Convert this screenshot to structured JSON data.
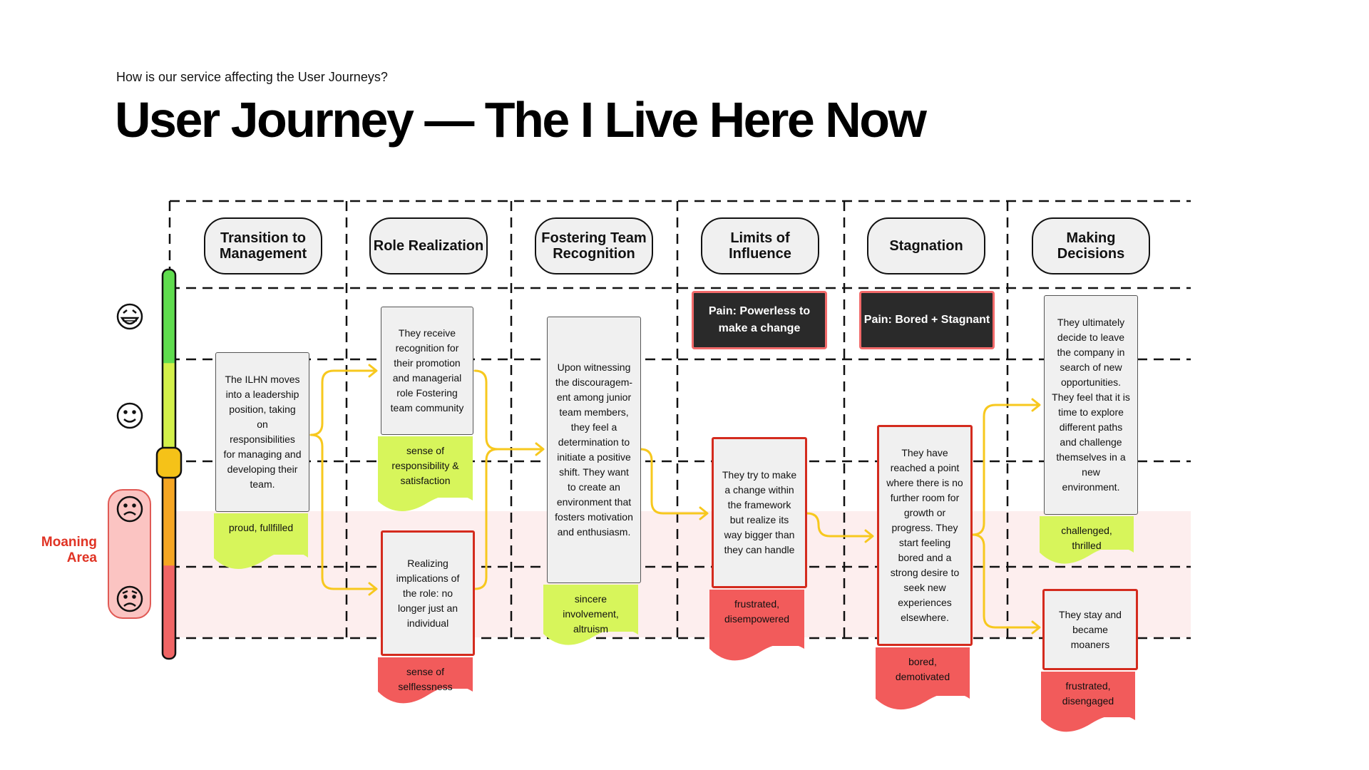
{
  "header": {
    "subtitle": "How is our service affecting the User Journeys?",
    "title": "User Journey — The I Live Here Now"
  },
  "scale": {
    "moaning_label": "Moaning Area",
    "faces": [
      "laughing-face-icon",
      "smile-face-icon",
      "frown-face-icon",
      "worried-face-icon"
    ],
    "colors": {
      "high": "#5fdc4e",
      "mid_high": "#d3f04a",
      "mid": "#f5a623",
      "low": "#f06565"
    }
  },
  "stages": [
    "Transition to Management",
    "Role Realization",
    "Fostering Team Recognition",
    "Limits of Influence",
    "Stagnation",
    "Making Decisions"
  ],
  "pains": [
    "Pain: Powerless to make a change",
    "Pain: Bored + Stagnant"
  ],
  "steps": {
    "transition": {
      "text": "The ILHN moves into a leadership position, taking on responsibilities for managing and developing their team.",
      "emotion": "proud, fullfilled"
    },
    "recognition": {
      "text": "They receive recognition for their promotion and managerial role Fostering team community",
      "emotion": "sense of responsibility & satisfaction"
    },
    "implications": {
      "text": "Realizing implications of the role: no longer just an individual",
      "emotion": "sense of selflessness"
    },
    "fostering": {
      "text": "Upon witnessing the discouragem-ent among junior team members, they feel a determination to initiate a positive shift. They want to create an environment that fosters motivation and enthusiasm.",
      "emotion": "sincere involvement, altruism"
    },
    "limits": {
      "text": "They try to make a change within the framework but realize its way bigger than they can handle",
      "emotion": "frustrated, disempowered"
    },
    "stagnation": {
      "text": "They have reached a point where there is no further room for growth or progress. They start feeling bored and a strong desire to seek new experiences elsewhere.",
      "emotion": "bored, demotivated"
    },
    "leave": {
      "text": "They ultimately decide to leave the company in search of new opportunities. They feel that it is time to explore different paths and challenge themselves in a new environment.",
      "emotion": "challenged, thrilled"
    },
    "stay": {
      "text": "They stay and became moaners",
      "emotion": "frustrated, disengaged"
    }
  },
  "colors": {
    "arrow": "#f7c81e",
    "positive_emotion": "#d7f55b",
    "negative_emotion": "#f25b5b",
    "negative_border": "#d42b1e",
    "moaning_band": "#fdeeee"
  }
}
